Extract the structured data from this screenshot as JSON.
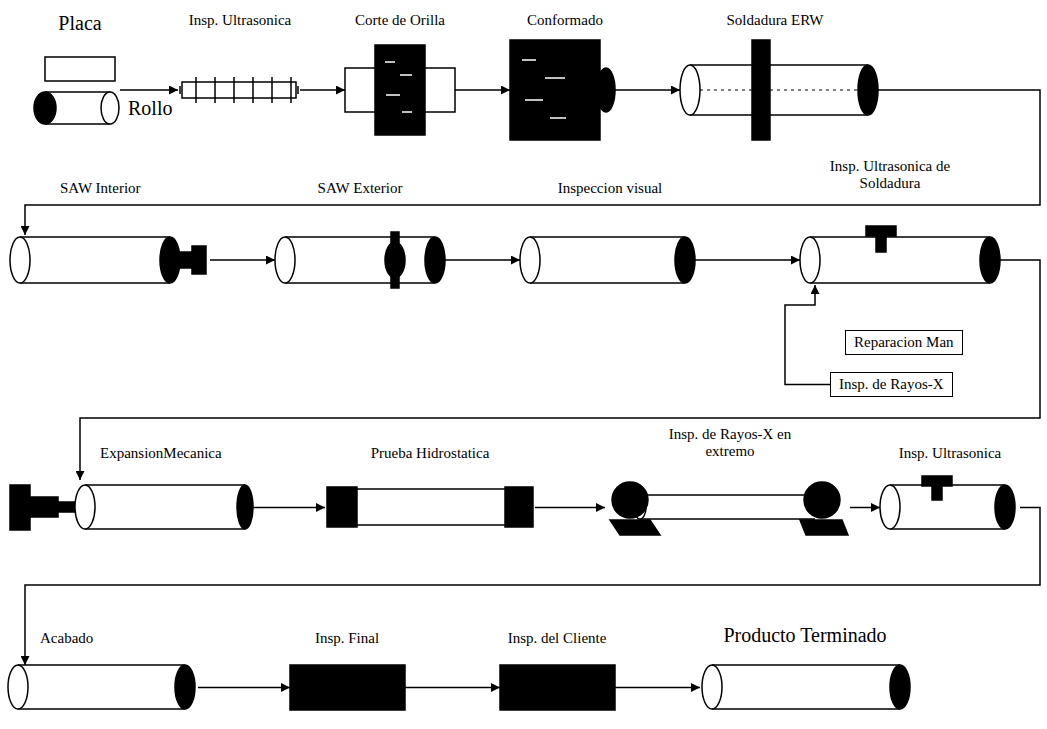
{
  "diagram": {
    "nodes": [
      {
        "text": [
          "Placa",
          "Rollo"
        ]
      },
      {
        "text": [
          "Insp. Ultrasonica"
        ]
      },
      {
        "text": [
          "Corte de Orilla"
        ]
      },
      {
        "text": [
          "Conformado"
        ]
      },
      {
        "text": [
          "Soldadura ERW"
        ]
      },
      {
        "text": [
          "SAW Interior"
        ]
      },
      {
        "text": [
          "SAW Exterior"
        ]
      },
      {
        "text": [
          "Inspeccion visual"
        ]
      },
      {
        "text": [
          "Insp. Ultrasonica de Soldadura"
        ]
      },
      {
        "text": [
          "Reparacion Man"
        ]
      },
      {
        "text": [
          "Insp. de Rayos-X"
        ]
      },
      {
        "text": [
          "ExpansionMecanica"
        ]
      },
      {
        "text": [
          "Prueba Hidrostatica"
        ]
      },
      {
        "text": [
          "Insp. de Rayos-X en extremo"
        ]
      },
      {
        "text": [
          "Insp. Ultrasonica"
        ]
      },
      {
        "text": [
          "Acabado"
        ]
      },
      {
        "text": [
          "Insp. Final"
        ]
      },
      {
        "text": [
          "Insp. del Cliente"
        ]
      },
      {
        "text": [
          "Producto Terminado"
        ]
      }
    ],
    "edges": [
      {
        "from": 0,
        "to": 1,
        "arrow": "to"
      },
      {
        "from": 1,
        "to": 2,
        "arrow": "to"
      },
      {
        "from": 2,
        "to": 3,
        "arrow": "to"
      },
      {
        "from": 3,
        "to": 4,
        "arrow": "to"
      },
      {
        "from": 4,
        "to": 5,
        "arrow": "to"
      },
      {
        "from": 5,
        "to": 6,
        "arrow": "to"
      },
      {
        "from": 6,
        "to": 7,
        "arrow": "to"
      },
      {
        "from": 7,
        "to": 8,
        "arrow": "to"
      },
      {
        "from": 10,
        "to": 8,
        "arrow": "to"
      },
      {
        "from": 8,
        "to": 11,
        "arrow": "to"
      },
      {
        "from": 11,
        "to": 12,
        "arrow": "to"
      },
      {
        "from": 12,
        "to": 13,
        "arrow": "to"
      },
      {
        "from": 13,
        "to": 14,
        "arrow": "to"
      },
      {
        "from": 14,
        "to": 15,
        "arrow": "to"
      },
      {
        "from": 15,
        "to": 16,
        "arrow": "to"
      },
      {
        "from": 16,
        "to": 17,
        "arrow": "to"
      },
      {
        "from": 17,
        "to": 18,
        "arrow": "to"
      }
    ]
  }
}
